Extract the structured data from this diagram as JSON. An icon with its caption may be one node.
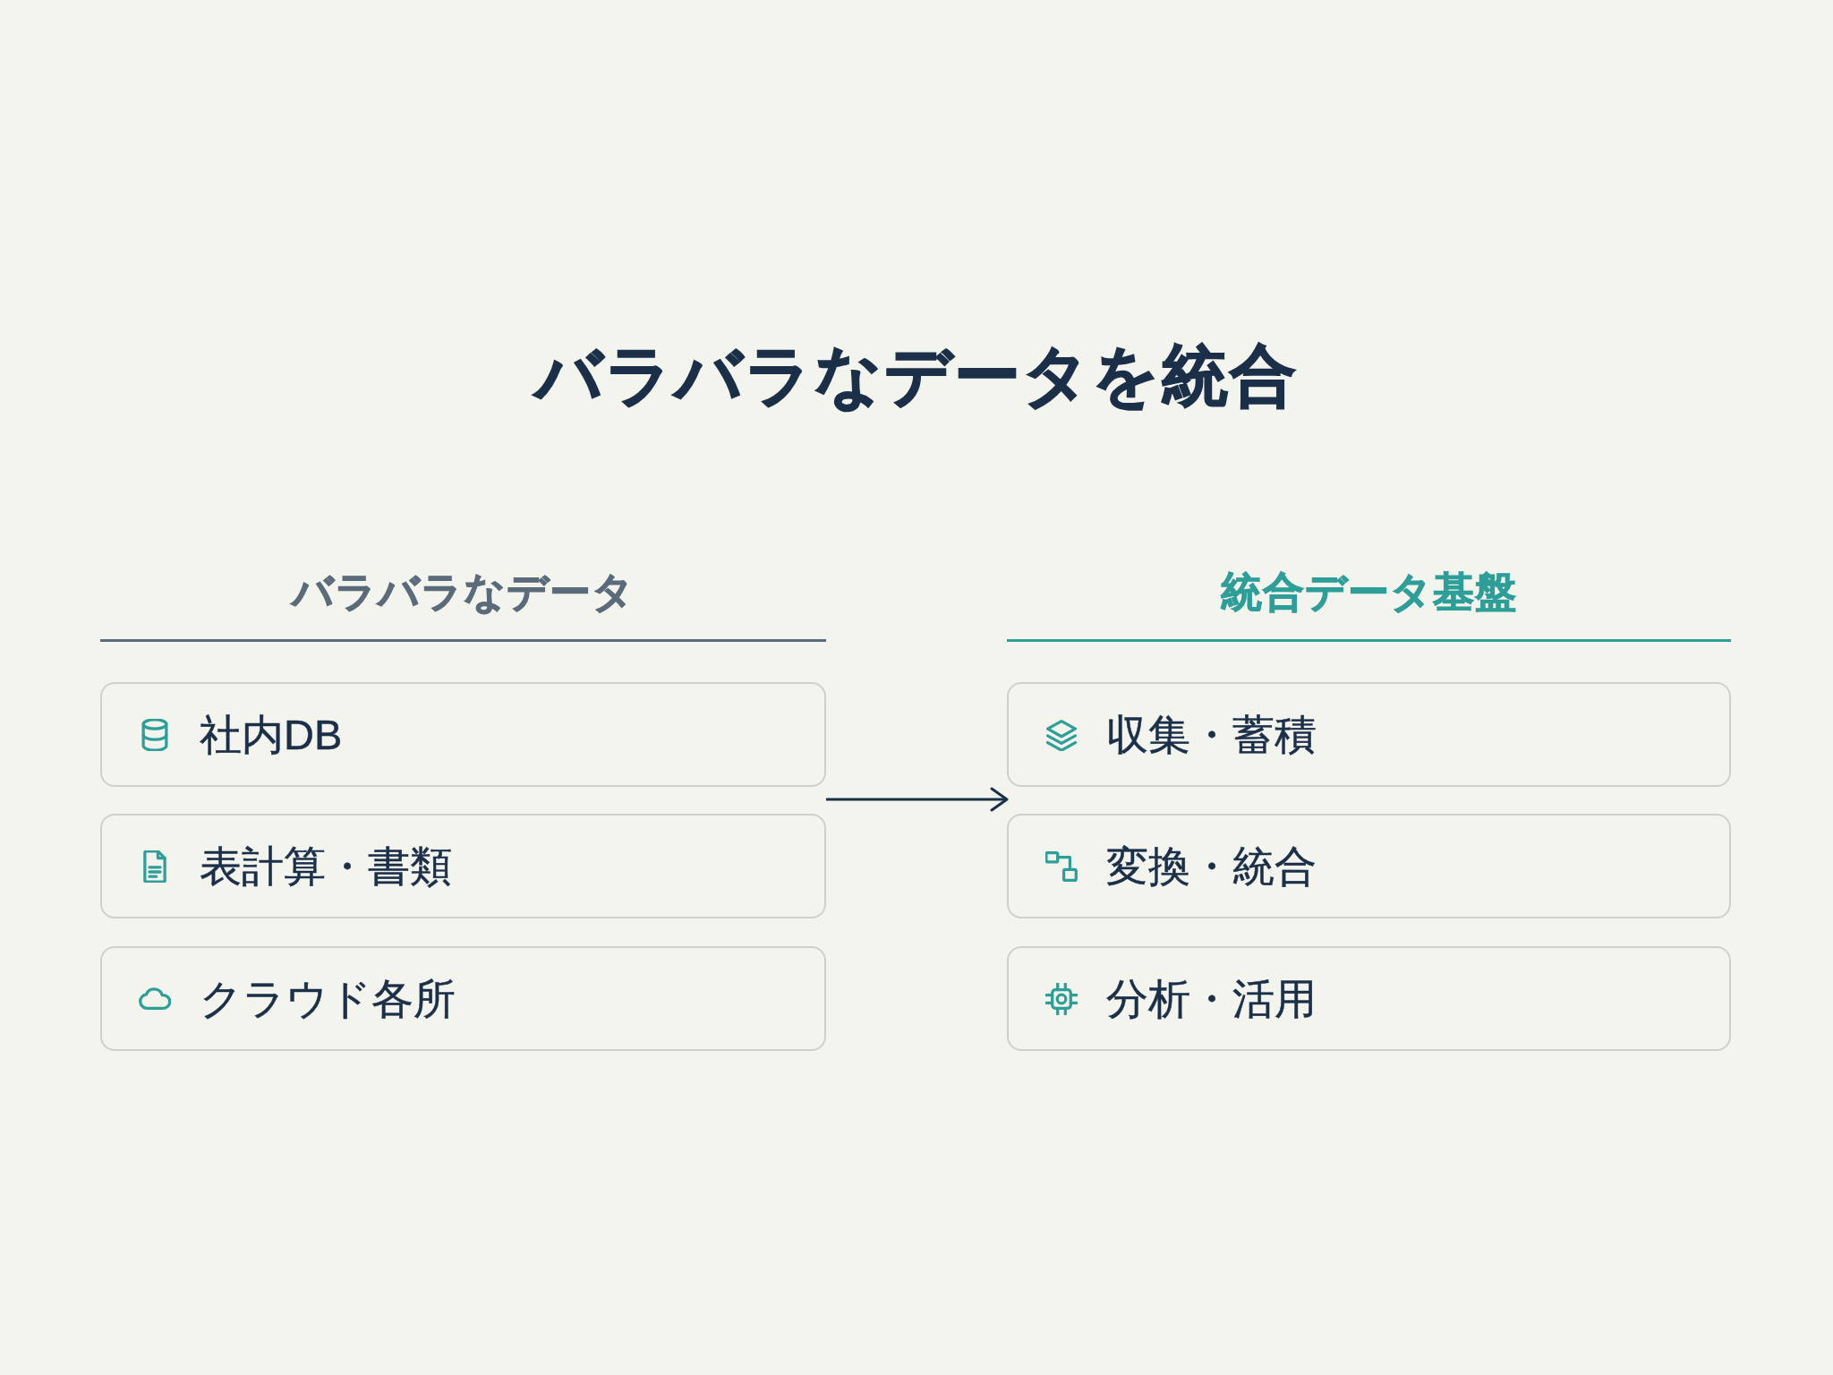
{
  "diagram": {
    "title": "バラバラなデータを統合",
    "nodes": [
      {
        "text": [
          "バラバラなデータ"
        ]
      },
      {
        "text": [
          "社内DB"
        ],
        "in": 0
      },
      {
        "text": [
          "表計算・書類"
        ],
        "in": 0
      },
      {
        "text": [
          "クラウド各所"
        ],
        "in": 0
      },
      {
        "text": [
          "統合データ基盤"
        ]
      },
      {
        "text": [
          "収集・蓄積"
        ],
        "in": 4
      },
      {
        "text": [
          "変換・統合"
        ],
        "in": 4
      },
      {
        "text": [
          "分析・活用"
        ],
        "in": 4
      }
    ],
    "edges": [
      {
        "from": 0,
        "to": 4,
        "arrow": "to"
      }
    ]
  }
}
